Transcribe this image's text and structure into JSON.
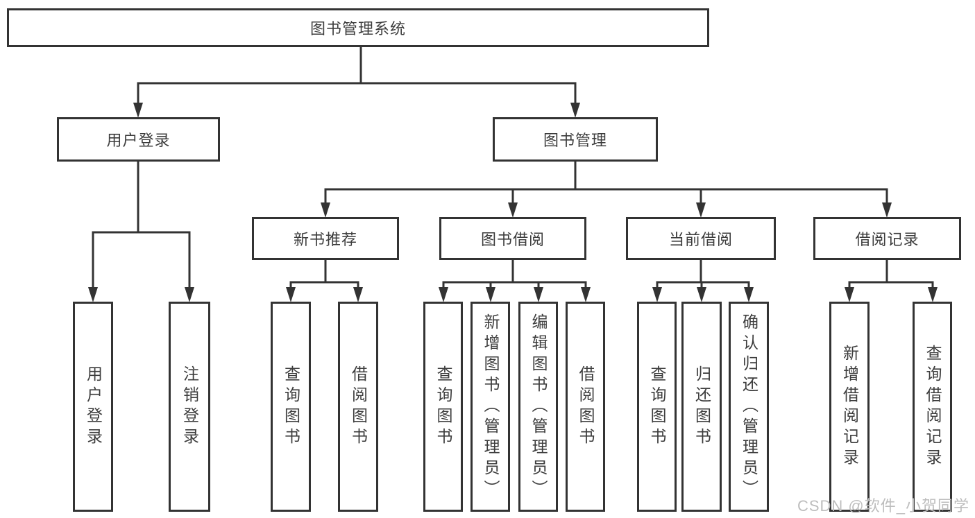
{
  "tree": {
    "label": "图书管理系统",
    "children": [
      {
        "label": "用户登录",
        "children": [
          {
            "label": "用户登录"
          },
          {
            "label": "注销登录"
          }
        ]
      },
      {
        "label": "图书管理",
        "children": [
          {
            "label": "新书推荐",
            "children": [
              {
                "label": "查询图书"
              },
              {
                "label": "借阅图书"
              }
            ]
          },
          {
            "label": "图书借阅",
            "children": [
              {
                "label": "查询图书"
              },
              {
                "label": "新增图书（管理员）"
              },
              {
                "label": "编辑图书（管理员）"
              },
              {
                "label": "借阅图书"
              }
            ]
          },
          {
            "label": "当前借阅",
            "children": [
              {
                "label": "查询图书"
              },
              {
                "label": "归还图书"
              },
              {
                "label": "确认归还（管理员）"
              }
            ]
          },
          {
            "label": "借阅记录",
            "children": [
              {
                "label": "新增借阅记录"
              },
              {
                "label": "查询借阅记录"
              }
            ]
          }
        ]
      }
    ]
  },
  "watermark": "CSDN @软件_小贺同学",
  "colors": {
    "line": "#333333",
    "text": "#3d3d3d",
    "watermark": "#bdbdbd",
    "background": "#ffffff"
  }
}
